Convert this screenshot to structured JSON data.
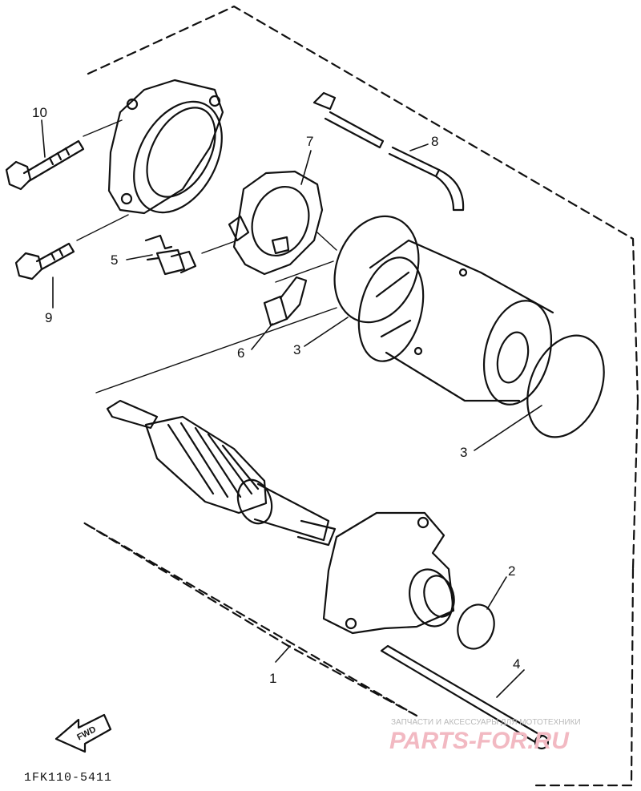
{
  "diagram": {
    "reference_code": "1FK110-5411",
    "direction_label": "FWD",
    "callouts": {
      "c1": "1",
      "c2": "2",
      "c3a": "3",
      "c3b": "3",
      "c4": "4",
      "c5": "5",
      "c6": "6",
      "c7": "7",
      "c8": "8",
      "c9": "9",
      "c10": "10"
    },
    "watermark": {
      "tagline": "ЗАПЧАСТИ И АКСЕССУАРЫ ДЛЯ МОТОТЕХНИКИ",
      "brand": "PARTS-FOR.RU"
    }
  }
}
